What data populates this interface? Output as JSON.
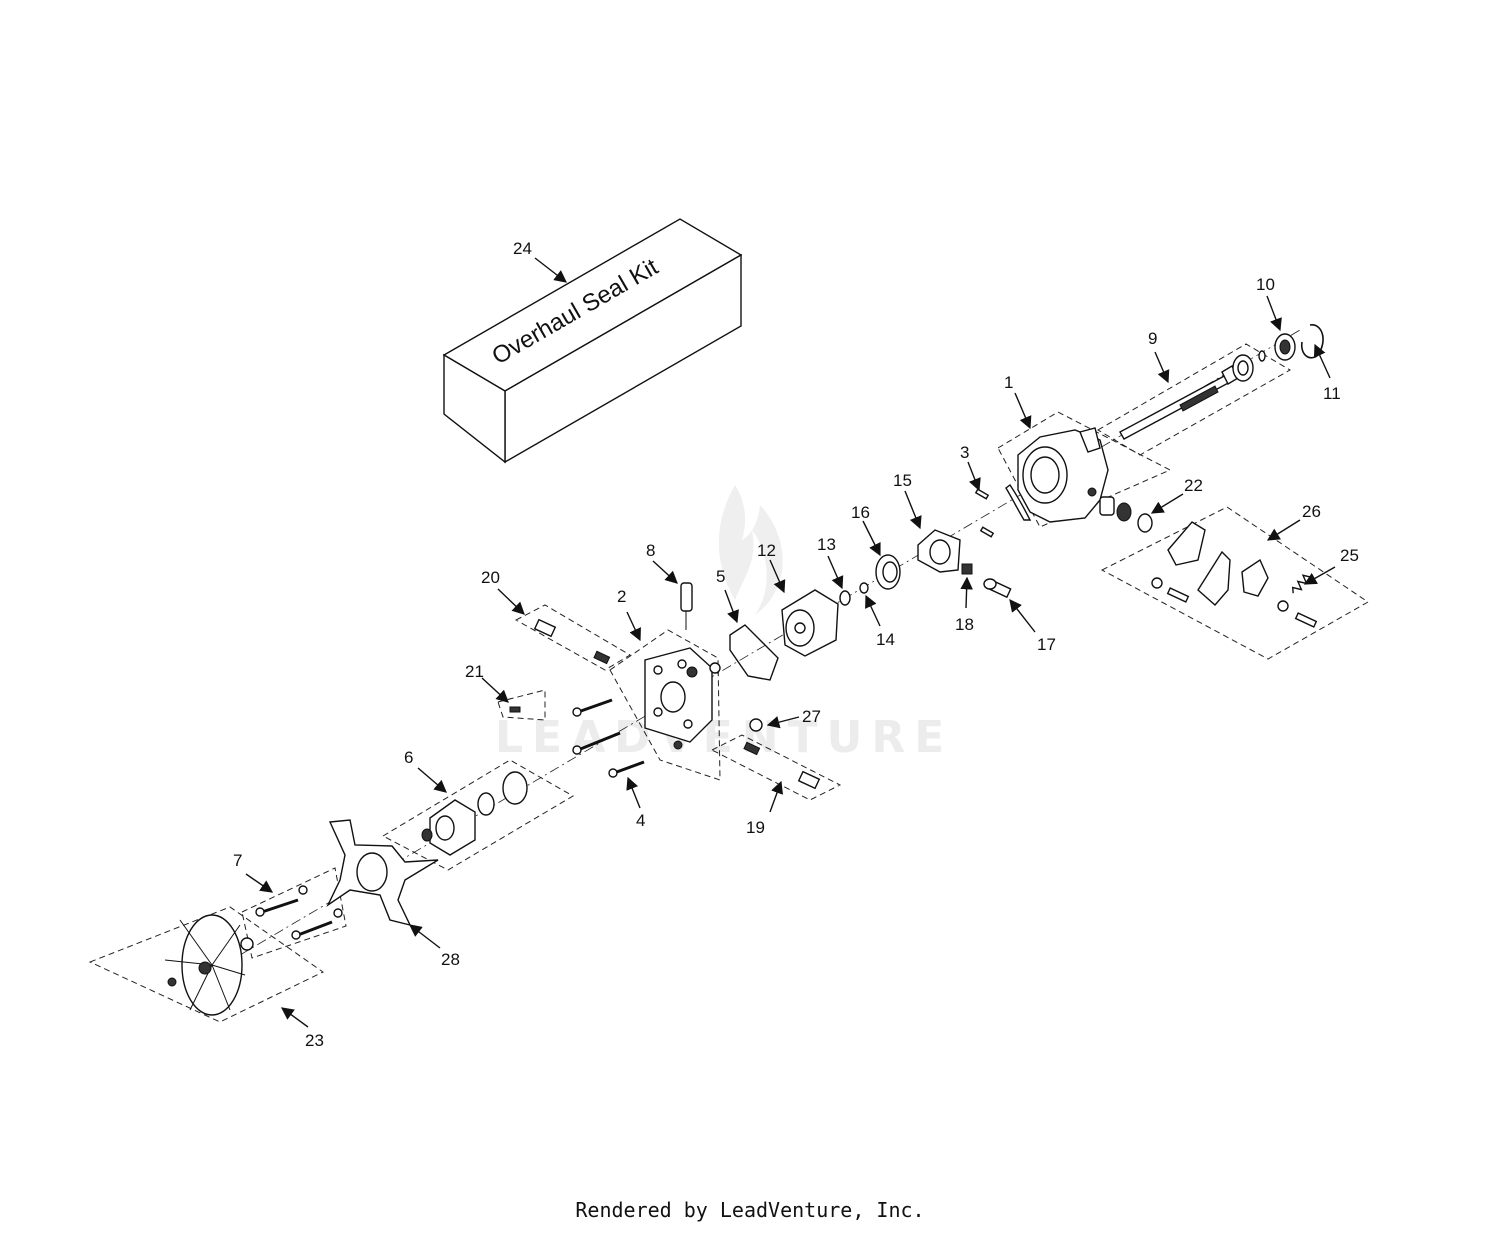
{
  "watermark": "LEADVENTURE",
  "kit_box": {
    "label": "Overhaul Seal Kit"
  },
  "callouts": {
    "c1": "1",
    "c2": "2",
    "c3": "3",
    "c4": "4",
    "c5": "5",
    "c6": "6",
    "c7": "7",
    "c8": "8",
    "c9": "9",
    "c10": "10",
    "c11": "11",
    "c12": "12",
    "c13": "13",
    "c14": "14",
    "c15": "15",
    "c16": "16",
    "c17": "17",
    "c18": "18",
    "c19": "19",
    "c20": "20",
    "c21": "21",
    "c22": "22",
    "c23": "23",
    "c24": "24",
    "c25": "25",
    "c26": "26",
    "c27": "27",
    "c28": "28"
  },
  "footer": {
    "text": "Rendered by LeadVenture, Inc."
  }
}
